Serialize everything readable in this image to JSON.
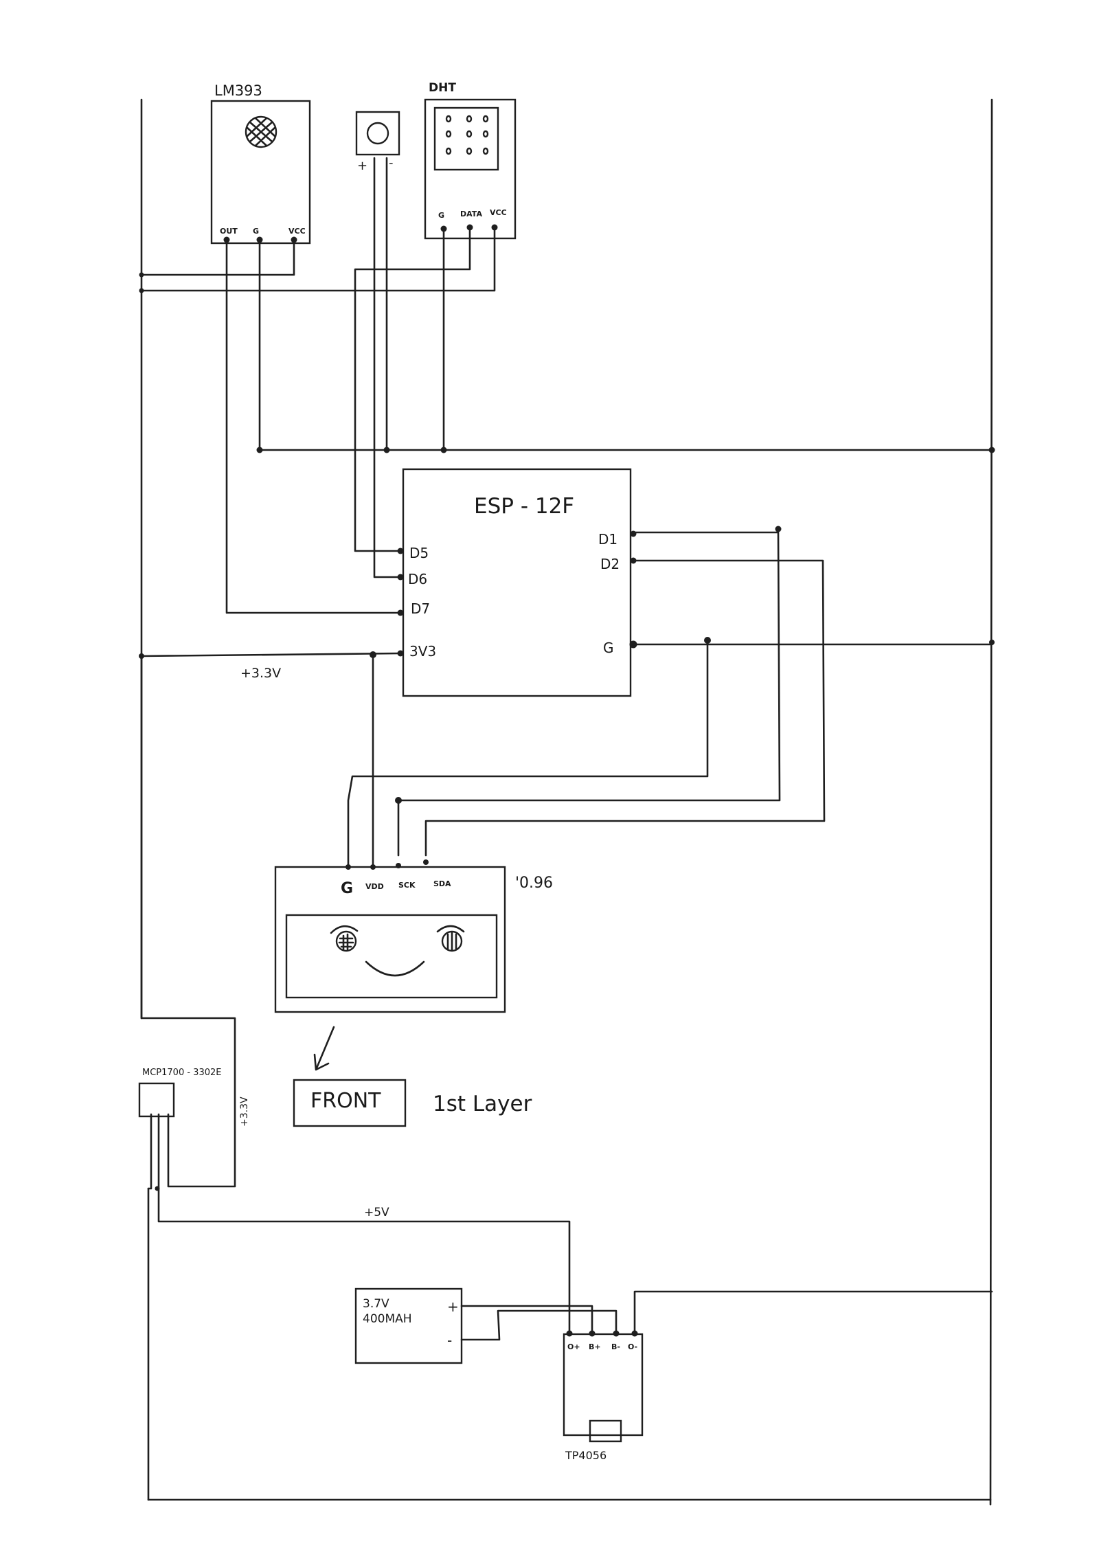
{
  "components": {
    "lm393": {
      "title": "LM393",
      "pins": [
        "OUT",
        "G",
        "VCC"
      ]
    },
    "dht": {
      "title": "DHT",
      "pins": [
        "G",
        "DATA",
        "VCC"
      ]
    },
    "button": {
      "pins": [
        "+",
        "-"
      ]
    },
    "esp": {
      "title": "ESP - 12F",
      "left_pins": [
        "D5",
        "D6",
        "D7",
        "3V3"
      ],
      "right_pins": [
        "D1",
        "D2",
        "G"
      ]
    },
    "oled": {
      "label": "'0.96",
      "pins": [
        "G",
        "VDD",
        "SCK",
        "SDA"
      ]
    },
    "regulator": {
      "title": "MCP1700 - 3302E"
    },
    "battery": {
      "line1": "3.7V",
      "line2": "400MAH",
      "plus": "+",
      "minus": "-"
    },
    "charger": {
      "title": "TP4056",
      "pins": [
        "O+",
        "B+",
        "B-",
        "O-"
      ]
    }
  },
  "nets": {
    "v33_label": "+3.3V",
    "v33_vertical_label": "+3.3V",
    "v5_label": "+5V"
  },
  "notes": {
    "front": "FRONT",
    "layer": "1st Layer"
  },
  "colors": {
    "ink": "#1f1f1f",
    "paper": "#ffffff"
  }
}
